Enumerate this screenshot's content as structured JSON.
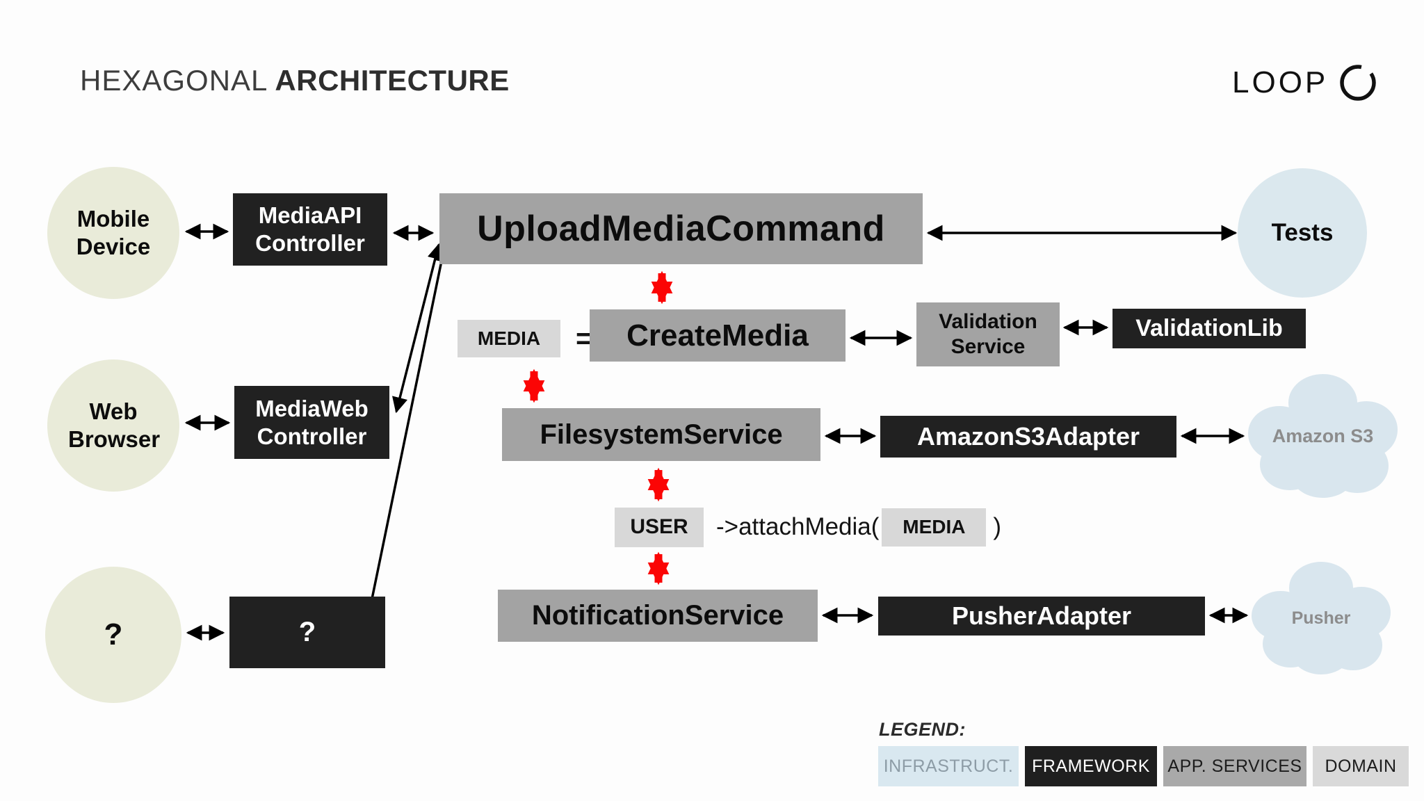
{
  "header": {
    "title_light": "HEXAGONAL",
    "title_bold": "ARCHITECTURE",
    "brand": "LOOP"
  },
  "nodes": {
    "mobile_device": "Mobile Device",
    "media_api_controller": "MediaAPI Controller",
    "upload_media_command": "UploadMediaCommand",
    "tests": "Tests",
    "media_tag": "MEDIA",
    "equals_sign": "=",
    "create_media": "CreateMedia",
    "validation_service": "Validation Service",
    "validation_lib": "ValidationLib",
    "web_browser": "Web Browser",
    "media_web_controller": "MediaWeb Controller",
    "filesystem_service": "FilesystemService",
    "amazon_s3_adapter": "AmazonS3Adapter",
    "amazon_s3_cloud": "Amazon S3",
    "user_tag": "USER",
    "attach_call_prefix": "->attachMedia(",
    "attach_call_media": "MEDIA",
    "attach_call_suffix": ")",
    "notification_service": "NotificationService",
    "pusher_adapter": "PusherAdapter",
    "pusher_cloud": "Pusher",
    "unknown_actor": "?",
    "unknown_controller": "?"
  },
  "legend": {
    "title": "LEGEND:",
    "items": [
      {
        "label": "INFRASTRUCT.",
        "type": "infrastructure"
      },
      {
        "label": "FRAMEWORK",
        "type": "framework"
      },
      {
        "label": "APP. SERVICES",
        "type": "app-services"
      },
      {
        "label": "DOMAIN",
        "type": "domain"
      }
    ]
  },
  "colors": {
    "framework_box": "#212121",
    "app_services_box": "#a3a3a3",
    "domain_box": "#d8d8d8",
    "actor_circle": "#e9ebd9",
    "infrastructure_blue": "#d9e6ee",
    "arrow_black": "#000000",
    "arrow_red": "#fb0505"
  }
}
